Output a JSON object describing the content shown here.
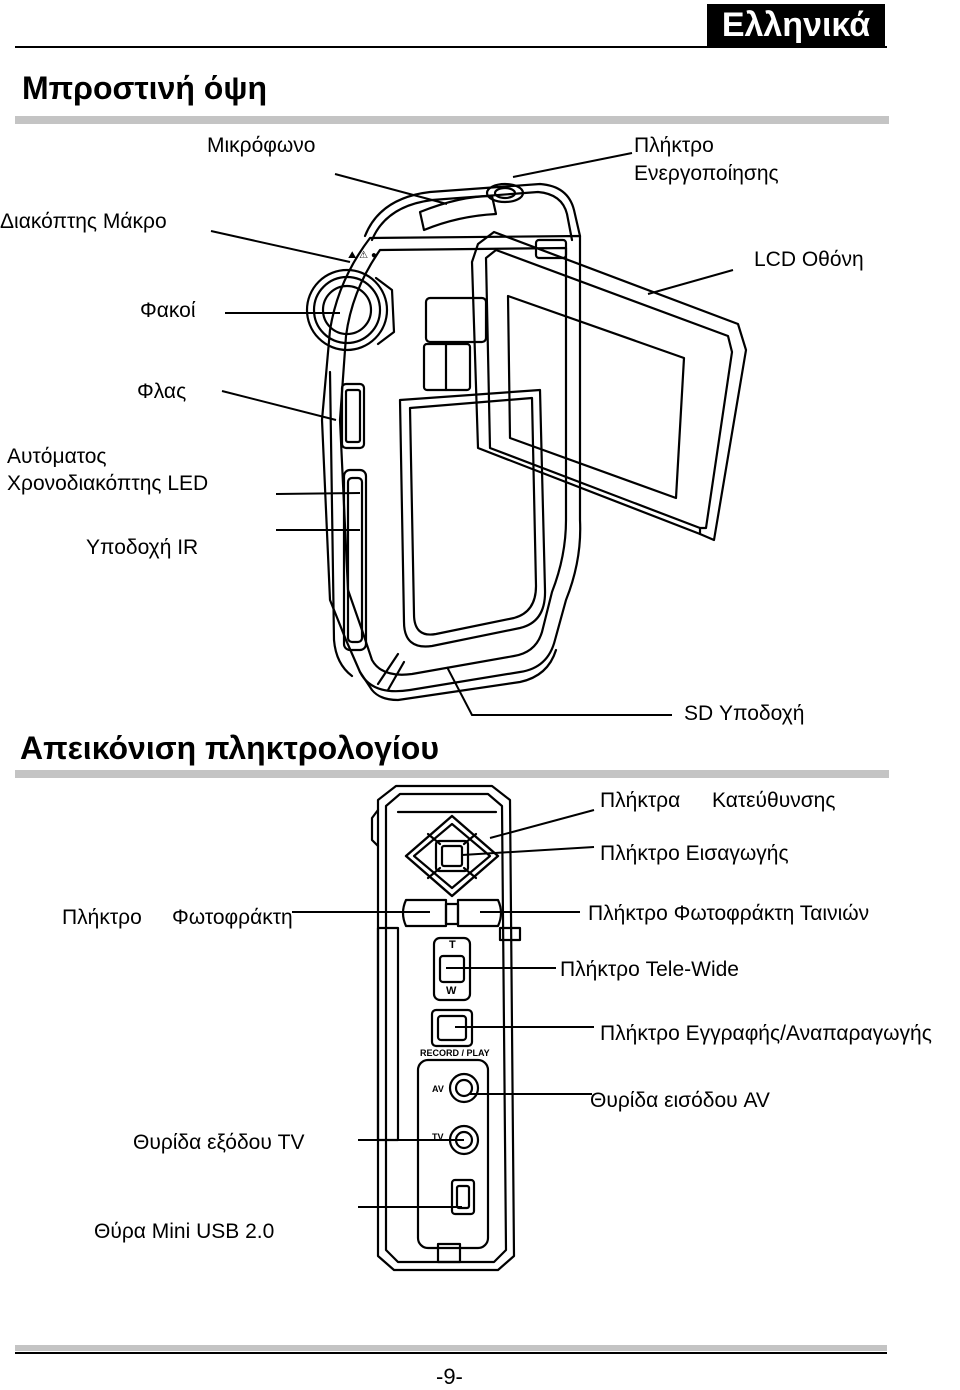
{
  "language_badge": "Ελληνικά",
  "front_view": {
    "title": "Μπροστινή όψη",
    "labels": {
      "microphone": "Μικρόφωνο",
      "power_button_line1": "Πλήκτρο",
      "power_button_line2": "Ενεργοποίησης",
      "macro_switch": "Διακόπτης Μάκρο",
      "lcd_screen": "LCD Οθόνη",
      "lens": "Φακοί",
      "flash": "Φλας",
      "self_timer_line1": "Αυτόματος",
      "self_timer_line2": "Χρονοδιακόπτης LED",
      "ir_socket": "Υποδοχή IR",
      "sd_slot": "SD Υποδοχή"
    }
  },
  "keypad_view": {
    "title": "Απεικόνιση πληκτρολογίου",
    "labels": {
      "direction_keys_a": "Πλήκτρα",
      "direction_keys_b": "Κατεύθυνσης",
      "enter_key": "Πλήκτρο Εισαγωγής",
      "shutter_key_a": "Πλήκτρο",
      "shutter_key_b": "Φωτοφράκτη",
      "movie_shutter_key": "Πλήκτρο Φωτοφράκτη Ταινιών",
      "tele_wide_key": "Πλήκτρο Tele-Wide",
      "record_play_key": "Πλήκτρο Εγγραφής/Αναπαραγωγής",
      "av_in_port": "Θυρίδα εισόδου AV",
      "tv_out_port": "Θυρίδα εξόδου TV",
      "mini_usb_port": "Θύρα Mini USB 2.0"
    },
    "device_marks": {
      "tele": "T",
      "wide": "W",
      "record_play": "RECORD / PLAY",
      "av": "AV",
      "tv": "TV"
    }
  },
  "page_number": "-9-"
}
